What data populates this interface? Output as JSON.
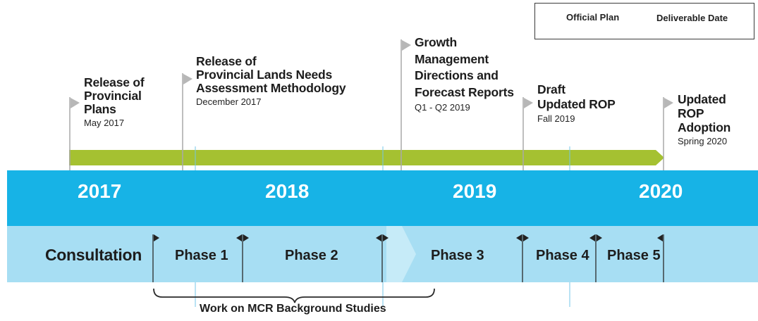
{
  "legend": {
    "official_plan_label": "Official Plan",
    "deliverable_label": "Deliverable Date",
    "official_plan_color": "#a5c131",
    "deliverable_flag_color": "#b7b7b7"
  },
  "milestones": [
    {
      "title_lines": [
        "Release of",
        "Provincial",
        "Plans"
      ],
      "date": "May 2017"
    },
    {
      "title_lines": [
        "Release of",
        "Provincial Lands Needs",
        "Assessment Methodology"
      ],
      "date": "December 2017"
    },
    {
      "title_lines": [
        "Growth",
        "Management",
        "Directions and",
        "Forecast Reports"
      ],
      "date": "Q1 - Q2 2019"
    },
    {
      "title_lines": [
        "Draft",
        "Updated ROP"
      ],
      "date": "Fall  2019"
    },
    {
      "title_lines": [
        "Updated",
        "ROP Adoption"
      ],
      "date": "Spring  2020"
    }
  ],
  "years": [
    "2017",
    "2018",
    "2019",
    "2020"
  ],
  "consultation_label": "Consultation",
  "phases": [
    "Phase 1",
    "Phase 2",
    "Phase 3",
    "Phase 4",
    "Phase 5"
  ],
  "bracket_label": "Work on MCR Background Studies",
  "colors": {
    "year_band": "#17b3e6",
    "phase_band": "#a7def3",
    "official_plan_bar": "#a5c131",
    "flag": "#b7b7b7",
    "marker": "#222222"
  }
}
